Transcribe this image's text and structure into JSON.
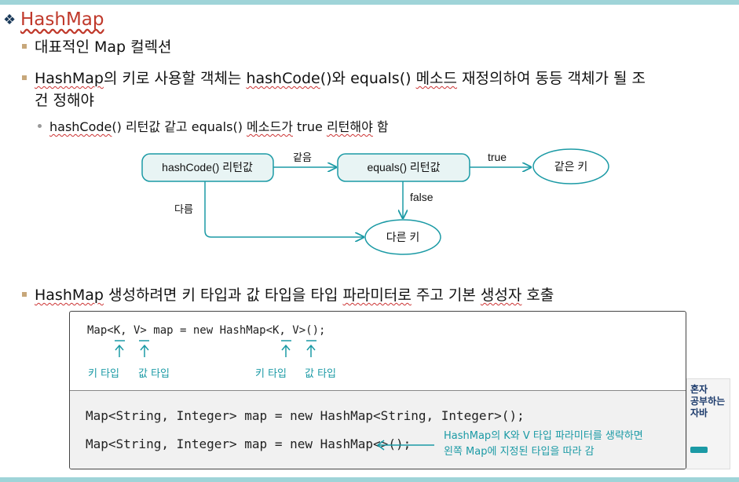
{
  "title": "HashMap",
  "bullets": {
    "b1": "대표적인 Map 컬렉션",
    "b2_part1": "HashMap",
    "b2_part2": "의 키로 사용할 객체는 ",
    "b2_part3": "hashCode",
    "b2_part4": "()와 equals() ",
    "b2_part5": "메소드",
    "b2_part6": " 재정의하여 동등 객체가 될 조",
    "b2_line2": "건 정해야",
    "sub_part1": "hashCode",
    "sub_part2": "() 리턴값 같고 equals() ",
    "sub_part3": "메소드가",
    "sub_part4": " true ",
    "sub_part5": "리턴해야",
    "sub_part6": " 함",
    "b3_part1": "HashMap",
    "b3_part2": " 생성하려면 키 타입과 값 타입을 타입 ",
    "b3_part3": "파라미터로",
    "b3_part4": " 주고 기본 ",
    "b3_part5": "생성자",
    "b3_part6": " 호출"
  },
  "diagram": {
    "node_hashcode": "hashCode() 리턴값",
    "node_equals": "equals() 리턴값",
    "node_same": "같은 키",
    "node_diff": "다른 키",
    "label_same": "같음",
    "label_true": "true",
    "label_false": "false",
    "label_diff": "다름",
    "accent": "#1b9aa5"
  },
  "code": {
    "top_line": "Map<K, V> map = new HashMap<K, V>();",
    "label_key": "키 타입",
    "label_val": "값 타입",
    "line1": "Map<String, Integer> map = new HashMap<String, Integer>();",
    "line2": "Map<String, Integer> map = new HashMap<>();",
    "note1": "HashMap의 K와 V 타입 파라미터를 생략하면",
    "note2": "왼쪽 Map에 지정된 타입을 따라 감"
  },
  "book": {
    "line1": "혼자",
    "line2": "공부하는",
    "line3": "자바"
  }
}
